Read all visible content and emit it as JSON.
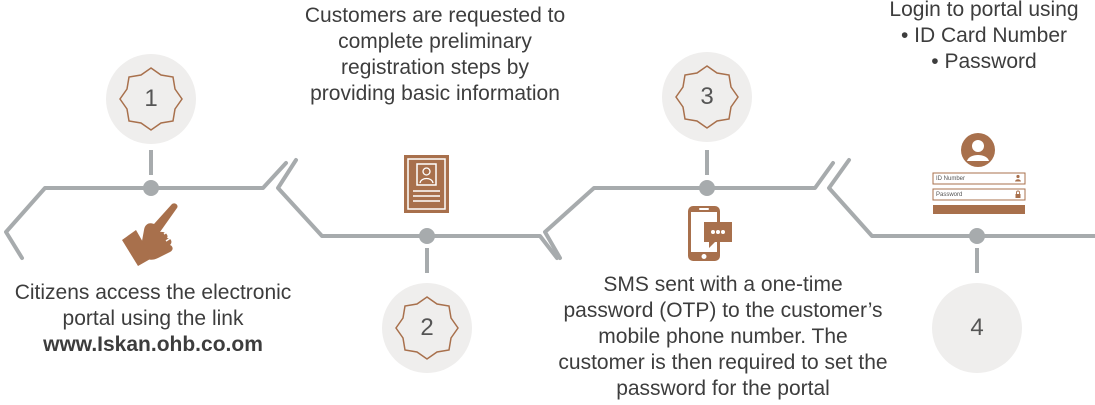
{
  "colors": {
    "line": "#a7abad",
    "badge_bg": "#efeeed",
    "accent": "#a8704c",
    "text": "#3d3d3d"
  },
  "steps": [
    {
      "number": "1",
      "icon": "pointing-hand-icon",
      "lines": [
        "Citizens access the electronic",
        "portal using the link"
      ],
      "link": "www.Iskan.ohb.co.om"
    },
    {
      "number": "2",
      "icon": "registration-form-icon",
      "lines": [
        "Customers are requested to",
        "complete preliminary",
        "registration steps by",
        "providing basic information"
      ]
    },
    {
      "number": "3",
      "icon": "mobile-sms-icon",
      "lines": [
        "SMS sent with a one-time",
        "password (OTP) to the customer’s",
        "mobile phone number. The",
        "customer is then required to set the",
        "password for the portal"
      ]
    },
    {
      "number": "4",
      "icon": "login-screen-icon",
      "lines": [
        "Login to portal using",
        "• ID Card Number",
        "• Password"
      ],
      "form_fields": [
        "ID Number",
        "Password"
      ]
    }
  ]
}
